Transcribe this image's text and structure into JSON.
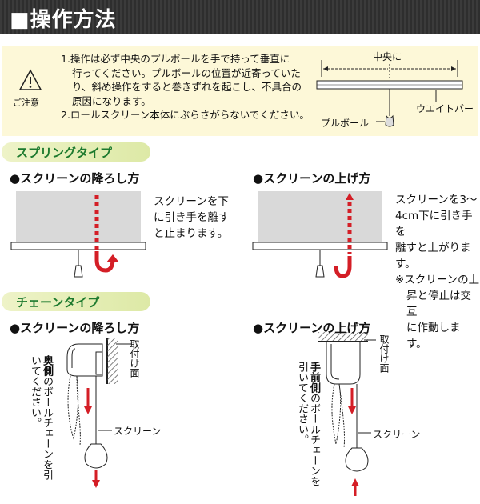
{
  "header": {
    "title": "■操作方法"
  },
  "caution": {
    "label": "ご注意",
    "line1": "1.操作は必ず中央のプルボールを手で持って垂直に",
    "line2": "行ってください。プルボールの位置が近寄っていた",
    "line3": "り、斜め操作をすると巻きずれを起こし、不具合の",
    "line4": "原因になります。",
    "line5": "2.ロールスクリーン本体にぶらさがらないでください。"
  },
  "top_diagram": {
    "center_label": "中央に",
    "weight_bar_label": "ウエイトバー",
    "pull_ball_label": "プルボール"
  },
  "spring": {
    "section_title": "スプリングタイプ",
    "lower": {
      "title": "●スクリーンの降ろし方",
      "line1": "スクリーンを下",
      "line2": "に引き手を離す",
      "line3": "と止まります。"
    },
    "raise": {
      "title": "●スクリーンの上げ方",
      "line1": "スクリーンを3～",
      "line2": "4cm下に引き手を",
      "line3": "離すと上がります。",
      "line4": "※スクリーンの上",
      "line5": "昇と停止は交互",
      "line6": "に作動します。"
    }
  },
  "chain": {
    "section_title": "チェーンタイプ",
    "lower": {
      "title": "●スクリーンの降ろし方",
      "mount_label": "取付け面",
      "screen_label": "スクリーン",
      "instr_bold": "奥側",
      "instr_rest": "のボールチェーンを引いてください。"
    },
    "raise": {
      "title": "●スクリーンの上げ方",
      "mount_label": "取付け面",
      "screen_label": "スクリーン",
      "instr_bold": "手前側",
      "instr_rest": "のボールチェーンを引いてください。"
    }
  },
  "colors": {
    "arrow_red": "#d41e26",
    "section_green": "#1d7a2e",
    "caution_bg": "#fdf8d8",
    "screen_gray": "#d9d9d9"
  }
}
